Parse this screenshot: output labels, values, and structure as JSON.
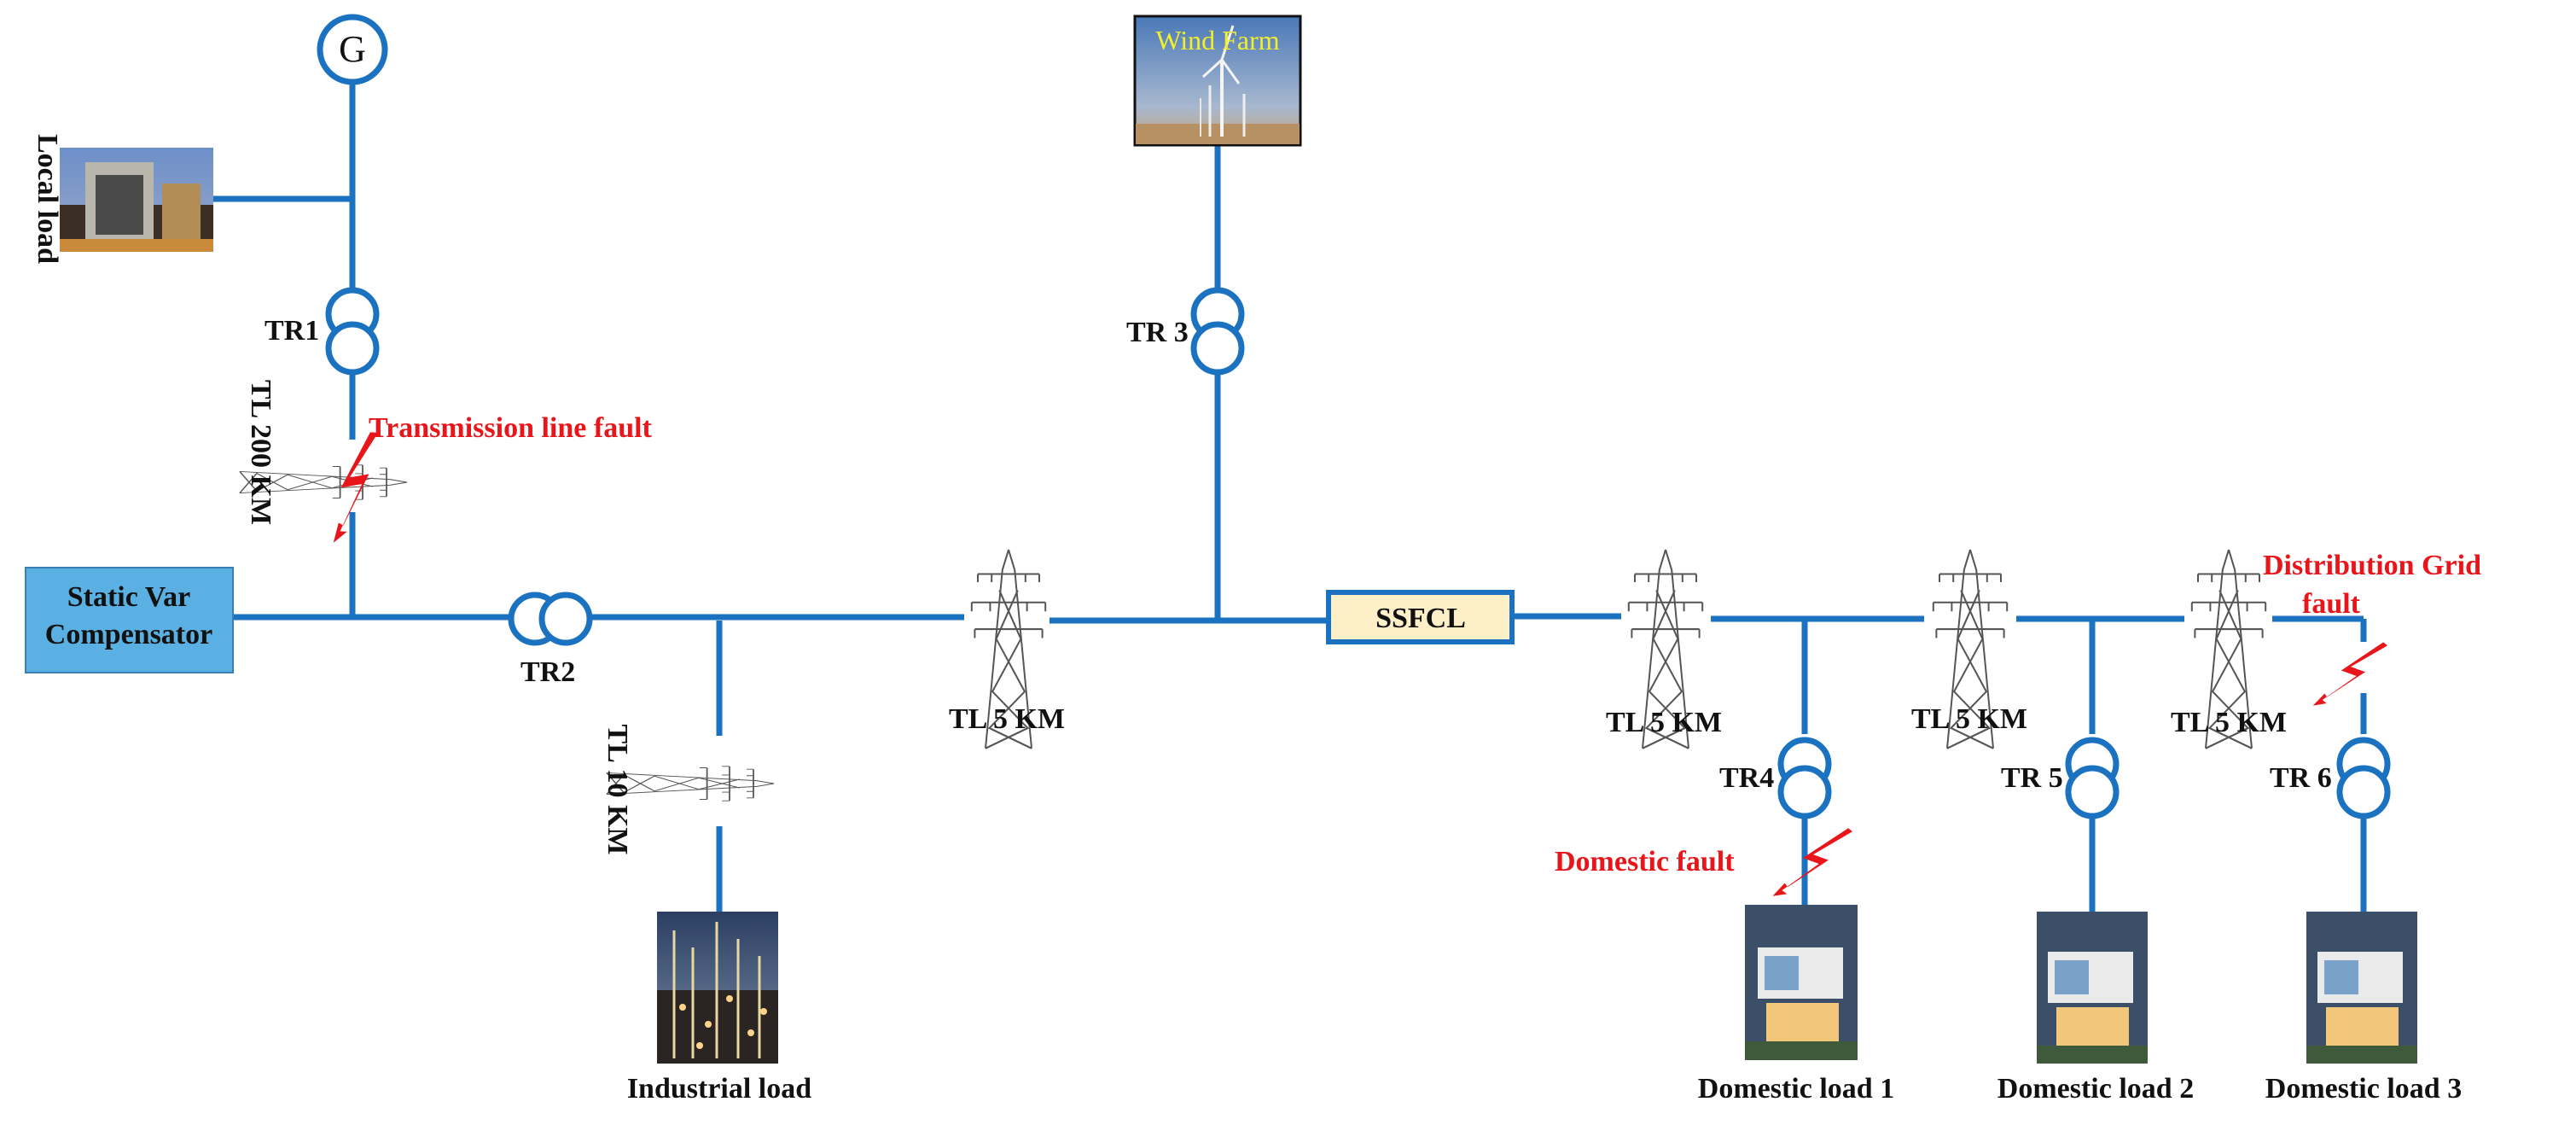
{
  "colors": {
    "bus": "#1a72c0",
    "fault": "#e8161b",
    "svc_fill": "#5ab0e3",
    "ssfcl_fill": "#fdf0c9",
    "wind_label": "#f2ef2a"
  },
  "generator": {
    "symbol": "G"
  },
  "labels": {
    "local_load": "Local load",
    "tr1": "TR1",
    "tr2": "TR2",
    "tr3": "TR 3",
    "tr4": "TR4",
    "tr5": "TR 5",
    "tr6": "TR 6",
    "tl200": "TL 200 KM",
    "tl10": "TL 10 KM",
    "tl5_main": "TL 5 KM",
    "tl5_a": "TL 5 KM",
    "tl5_b": "TL 5 KM",
    "tl5_c": "TL 5 KM",
    "svc_line1": "Static Var",
    "svc_line2": "Compensator",
    "ssfcl": "SSFCL",
    "wind_farm": "Wind Farm",
    "industrial_load": "Industrial load",
    "domestic_load_1": "Domestic load 1",
    "domestic_load_2": "Domestic load 2",
    "domestic_load_3": "Domestic load 3"
  },
  "faults": {
    "transmission": "Transmission line fault",
    "distribution_line1": "Distribution Grid",
    "distribution_line2": "fault",
    "domestic": "Domestic fault"
  },
  "icons": {
    "generator": "generator-icon",
    "transformer": "transformer-icon",
    "tower": "transmission-tower-icon",
    "fault": "lightning-fault-icon",
    "house": "house-photo-icon",
    "refinery": "refinery-photo-icon",
    "wind": "wind-farm-photo-icon"
  }
}
